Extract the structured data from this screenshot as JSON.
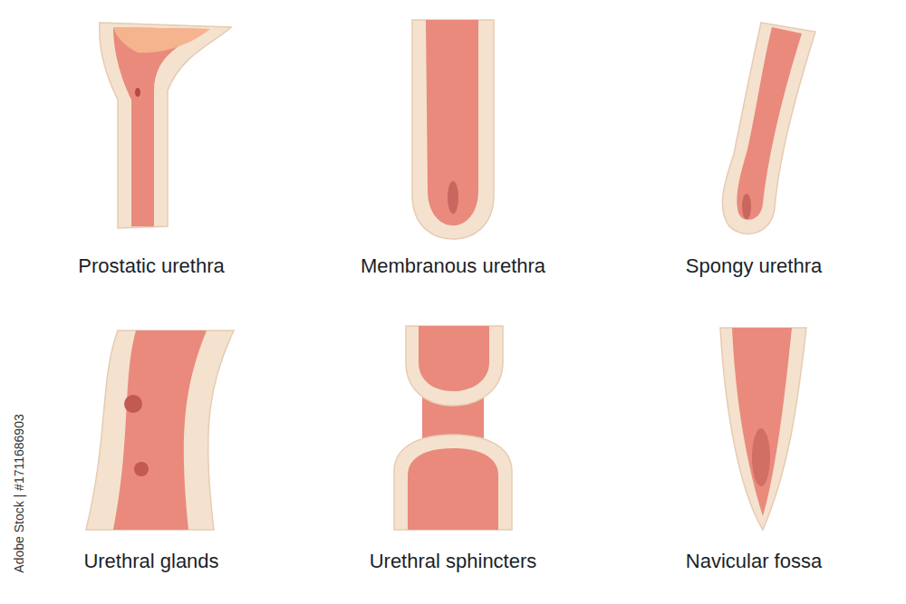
{
  "diagram": {
    "labels": [
      "Prostatic urethra",
      "Membranous urethra",
      "Spongy urethra",
      "Urethral glands",
      "Urethral sphincters",
      "Navicular fossa",
      "Adobe Stock | #1711686903"
    ]
  }
}
